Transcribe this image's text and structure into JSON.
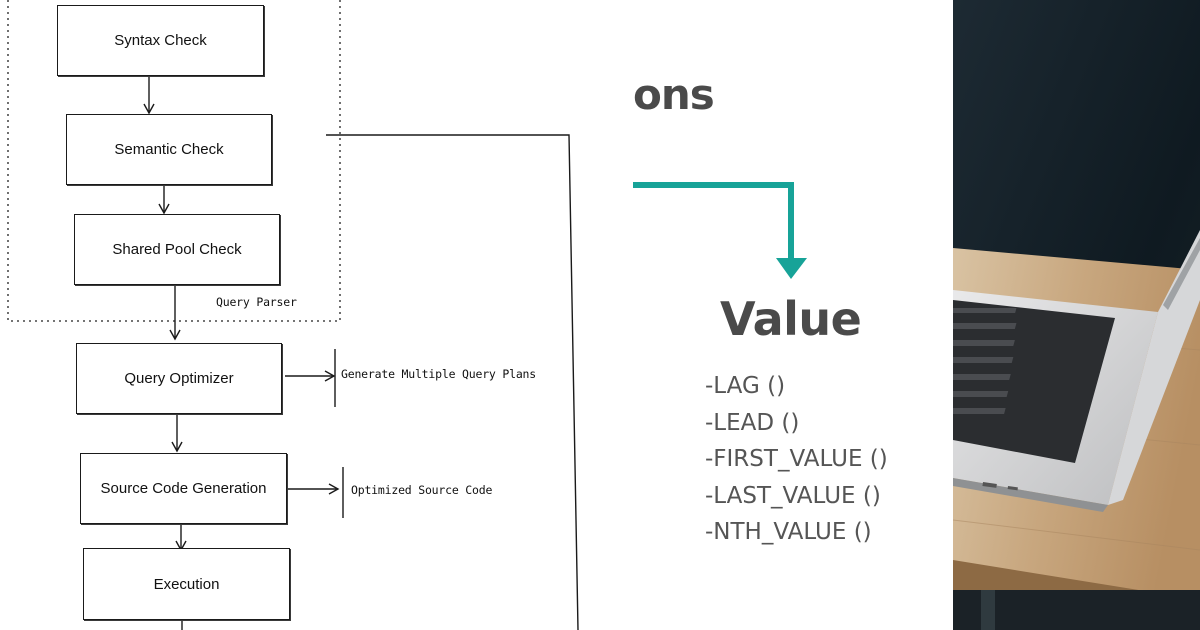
{
  "flowchart": {
    "boxes": [
      {
        "id": "syntax",
        "label": "Syntax Check"
      },
      {
        "id": "semantic",
        "label": "Semantic Check"
      },
      {
        "id": "shared",
        "label": "Shared Pool Check"
      },
      {
        "id": "optimizer",
        "label": "Query Optimizer"
      },
      {
        "id": "codegen",
        "label": "Source Code Generation"
      },
      {
        "id": "execution",
        "label": "Execution"
      }
    ],
    "group_label": "Query Parser",
    "side_notes": {
      "optimizer": "Generate Multiple Query Plans",
      "codegen": "Optimized Source Code"
    }
  },
  "slide": {
    "title_fragment": "ons",
    "heading": "Value",
    "functions": [
      "-LAG ()",
      "-LEAD ()",
      "-FIRST_VALUE ()",
      "-LAST_VALUE ()",
      "-NTH_VALUE ()"
    ],
    "colors": {
      "accent": "#17a398",
      "heading": "#4a4a4a",
      "text": "#555555"
    }
  },
  "photo": {
    "subject": "laptop-on-wooden-desk"
  }
}
